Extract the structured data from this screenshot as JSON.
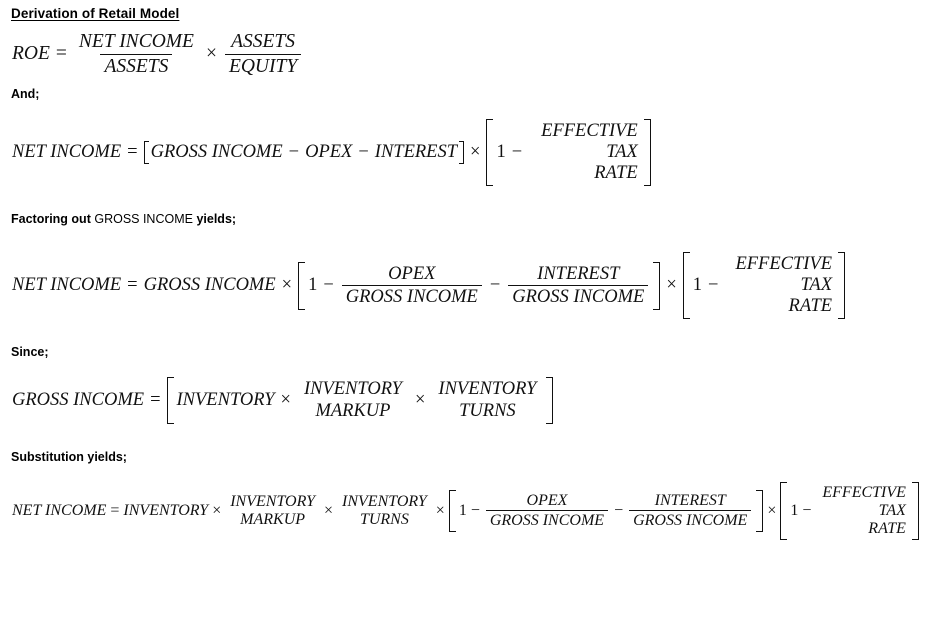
{
  "document": {
    "title": "Derivation of Retail Model",
    "background_color": "#ffffff",
    "text_color": "#000000"
  },
  "symbols": {
    "equals": "=",
    "times": "×",
    "minus": "−",
    "one": "1"
  },
  "terms": {
    "roe": "ROE",
    "net_income": "NET INCOME",
    "gross_income": "GROSS INCOME",
    "assets": "ASSETS",
    "equity": "EQUITY",
    "opex": "OPEX",
    "interest": "INTEREST",
    "inventory": "INVENTORY",
    "markup": "MARKUP",
    "turns": "TURNS",
    "effective": "EFFECTIVE",
    "tax": "TAX",
    "rate": "RATE"
  },
  "sections": [
    {
      "id": "roe",
      "label": null,
      "equation_text": "ROE = (NET INCOME / ASSETS) × (ASSETS / EQUITY)"
    },
    {
      "id": "and",
      "label_bold": "And;",
      "equation_text": "NET INCOME = [GROSS INCOME − OPEX − INTEREST] × [1 − EFFECTIVE TAX RATE]"
    },
    {
      "id": "factoring",
      "label_parts": {
        "bold_lead": "Factoring out",
        "plain_middle": "GROSS INCOME",
        "bold_tail": "yields;"
      },
      "equation_text": "NET INCOME = GROSS INCOME × [1 − OPEX/GROSS INCOME − INTEREST/GROSS INCOME] × [1 − EFFECTIVE TAX RATE]"
    },
    {
      "id": "since",
      "label_bold": "Since;",
      "equation_text": "GROSS INCOME = [INVENTORY × INVENTORY MARKUP × INVENTORY TURNS]"
    },
    {
      "id": "substitution",
      "label_bold": "Substitution yields;",
      "equation_text": "NET INCOME = INVENTORY × INVENTORY MARKUP × INVENTORY TURNS × [1 − OPEX/GROSS INCOME − INTEREST/GROSS INCOME] × [1 − EFFECTIVE TAX RATE]"
    }
  ],
  "labels": {
    "and": "And;",
    "factoring_bold_lead": "Factoring out",
    "factoring_plain": "GROSS INCOME",
    "factoring_bold_tail": "yields;",
    "since": "Since;",
    "substitution": "Substitution yields;"
  }
}
